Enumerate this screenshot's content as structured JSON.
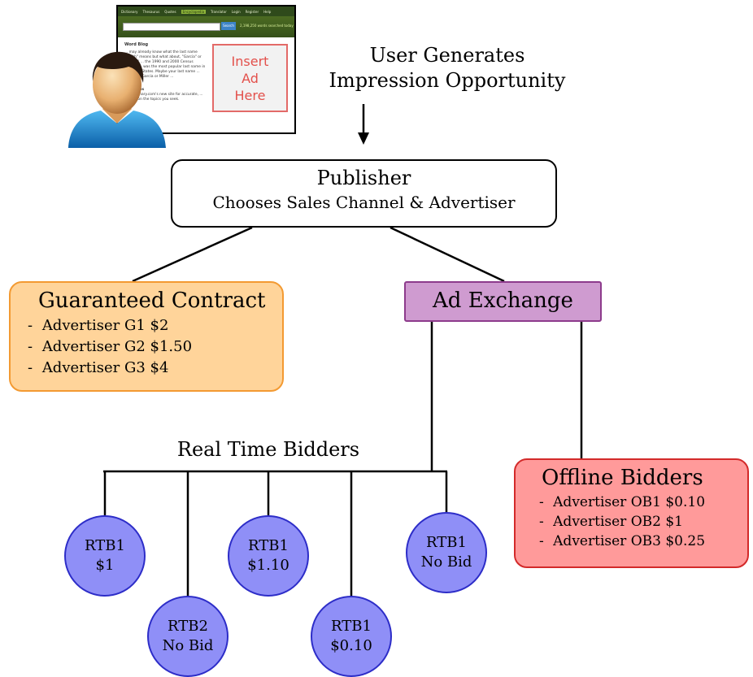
{
  "screenshot": {
    "nav_items": [
      "Dictionary",
      "Thesaurus",
      "Quotes",
      "Encyclopedia",
      "Translator",
      "Login",
      "Register",
      "Help"
    ],
    "search_button": "Search",
    "searched_count": "2,198,250 words searched today",
    "blog_title": "Word Blog",
    "blog_text": "... may already know what the last name \"Smith\" means but what about, \"Garcia\" or \"Miller?\" ... the 1990 and 2000 Census results, ... was the most popular last name in ... United States. Maybe your last name ... Smith, or Garcia or Miller ...",
    "quotes_title": "... Quotes",
    "quotes_text": "... Dictionary.com's new site for accurate, ... quotes on the topics you seek.",
    "ad_text": "Insert Ad Here"
  },
  "caption": {
    "line1": "User Generates",
    "line2": "Impression Opportunity"
  },
  "publisher": {
    "title": "Publisher",
    "subtitle": "Chooses Sales Channel & Advertiser"
  },
  "guaranteed": {
    "title": "Guaranteed Contract",
    "items": [
      "Advertiser G1 $2",
      "Advertiser G2 $1.50",
      "Advertiser G3 $4"
    ]
  },
  "exchange": {
    "label": "Ad Exchange"
  },
  "real_time_label": "Real Time Bidders",
  "offline": {
    "title": "Offline Bidders",
    "items": [
      "Advertiser OB1 $0.10",
      "Advertiser OB2 $1",
      "Advertiser OB3 $0.25"
    ]
  },
  "bidders": [
    {
      "name": "RTB1",
      "bid": "$1"
    },
    {
      "name": "RTB2",
      "bid": "No Bid"
    },
    {
      "name": "RTB1",
      "bid": "$1.10"
    },
    {
      "name": "RTB1",
      "bid": "$0.10"
    },
    {
      "name": "RTB1",
      "bid": "No Bid"
    }
  ],
  "colors": {
    "guaranteed_fill": "#ffd49a",
    "guaranteed_border": "#f39a32",
    "exchange_fill": "#cf9bd0",
    "exchange_border": "#8d3b8c",
    "offline_fill": "#ff9a9a",
    "offline_border": "#d32a2a",
    "bidder_fill": "#8f8ff7",
    "bidder_border": "#2d2dc8",
    "ad_accent": "#e3504b"
  },
  "icons": [
    "user-avatar-icon",
    "down-arrow-icon"
  ]
}
